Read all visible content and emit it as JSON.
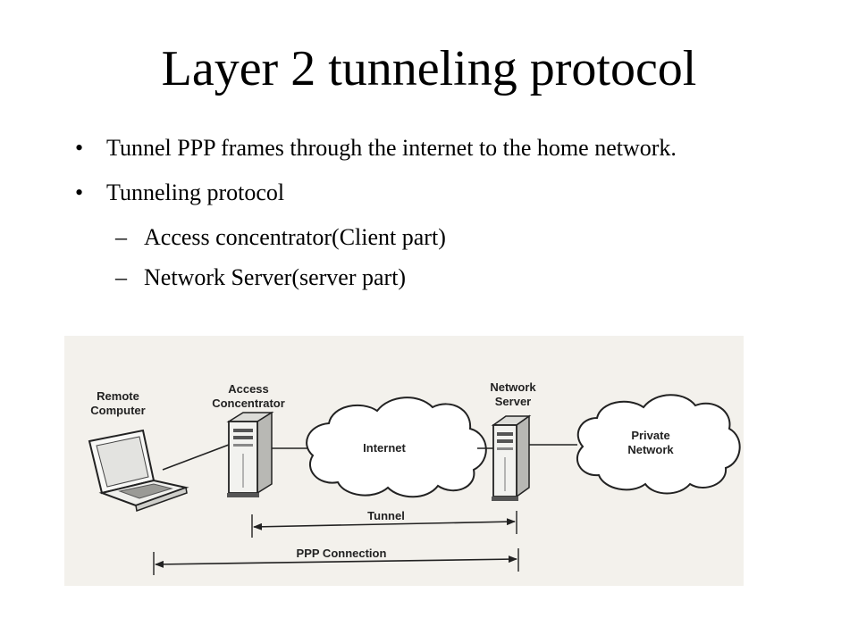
{
  "slide": {
    "title": "Layer 2 tunneling protocol",
    "bullets": [
      {
        "marker": "•",
        "text": "Tunnel PPP frames through the internet to the home network."
      },
      {
        "marker": "•",
        "text": "Tunneling protocol"
      }
    ],
    "sub_bullets": [
      {
        "marker": "–",
        "text": "Access concentrator(Client part)"
      },
      {
        "marker": "–",
        "text": "Network Server(server part)"
      }
    ]
  },
  "diagram": {
    "remote_computer": {
      "line1": "Remote",
      "line2": "Computer",
      "icon": "laptop-icon"
    },
    "access_concentrator": {
      "line1": "Access",
      "line2": "Concentrator",
      "icon": "server-tower-icon"
    },
    "internet": {
      "label": "Internet",
      "icon": "cloud-icon"
    },
    "network_server": {
      "line1": "Network",
      "line2": "Server",
      "icon": "server-tower-icon"
    },
    "private_network": {
      "line1": "Private",
      "line2": "Network",
      "icon": "cloud-icon"
    },
    "tunnel_label": "Tunnel",
    "ppp_connection_label": "PPP Connection",
    "colors": {
      "ink": "#222222",
      "panel": "#f3f1ec"
    }
  }
}
